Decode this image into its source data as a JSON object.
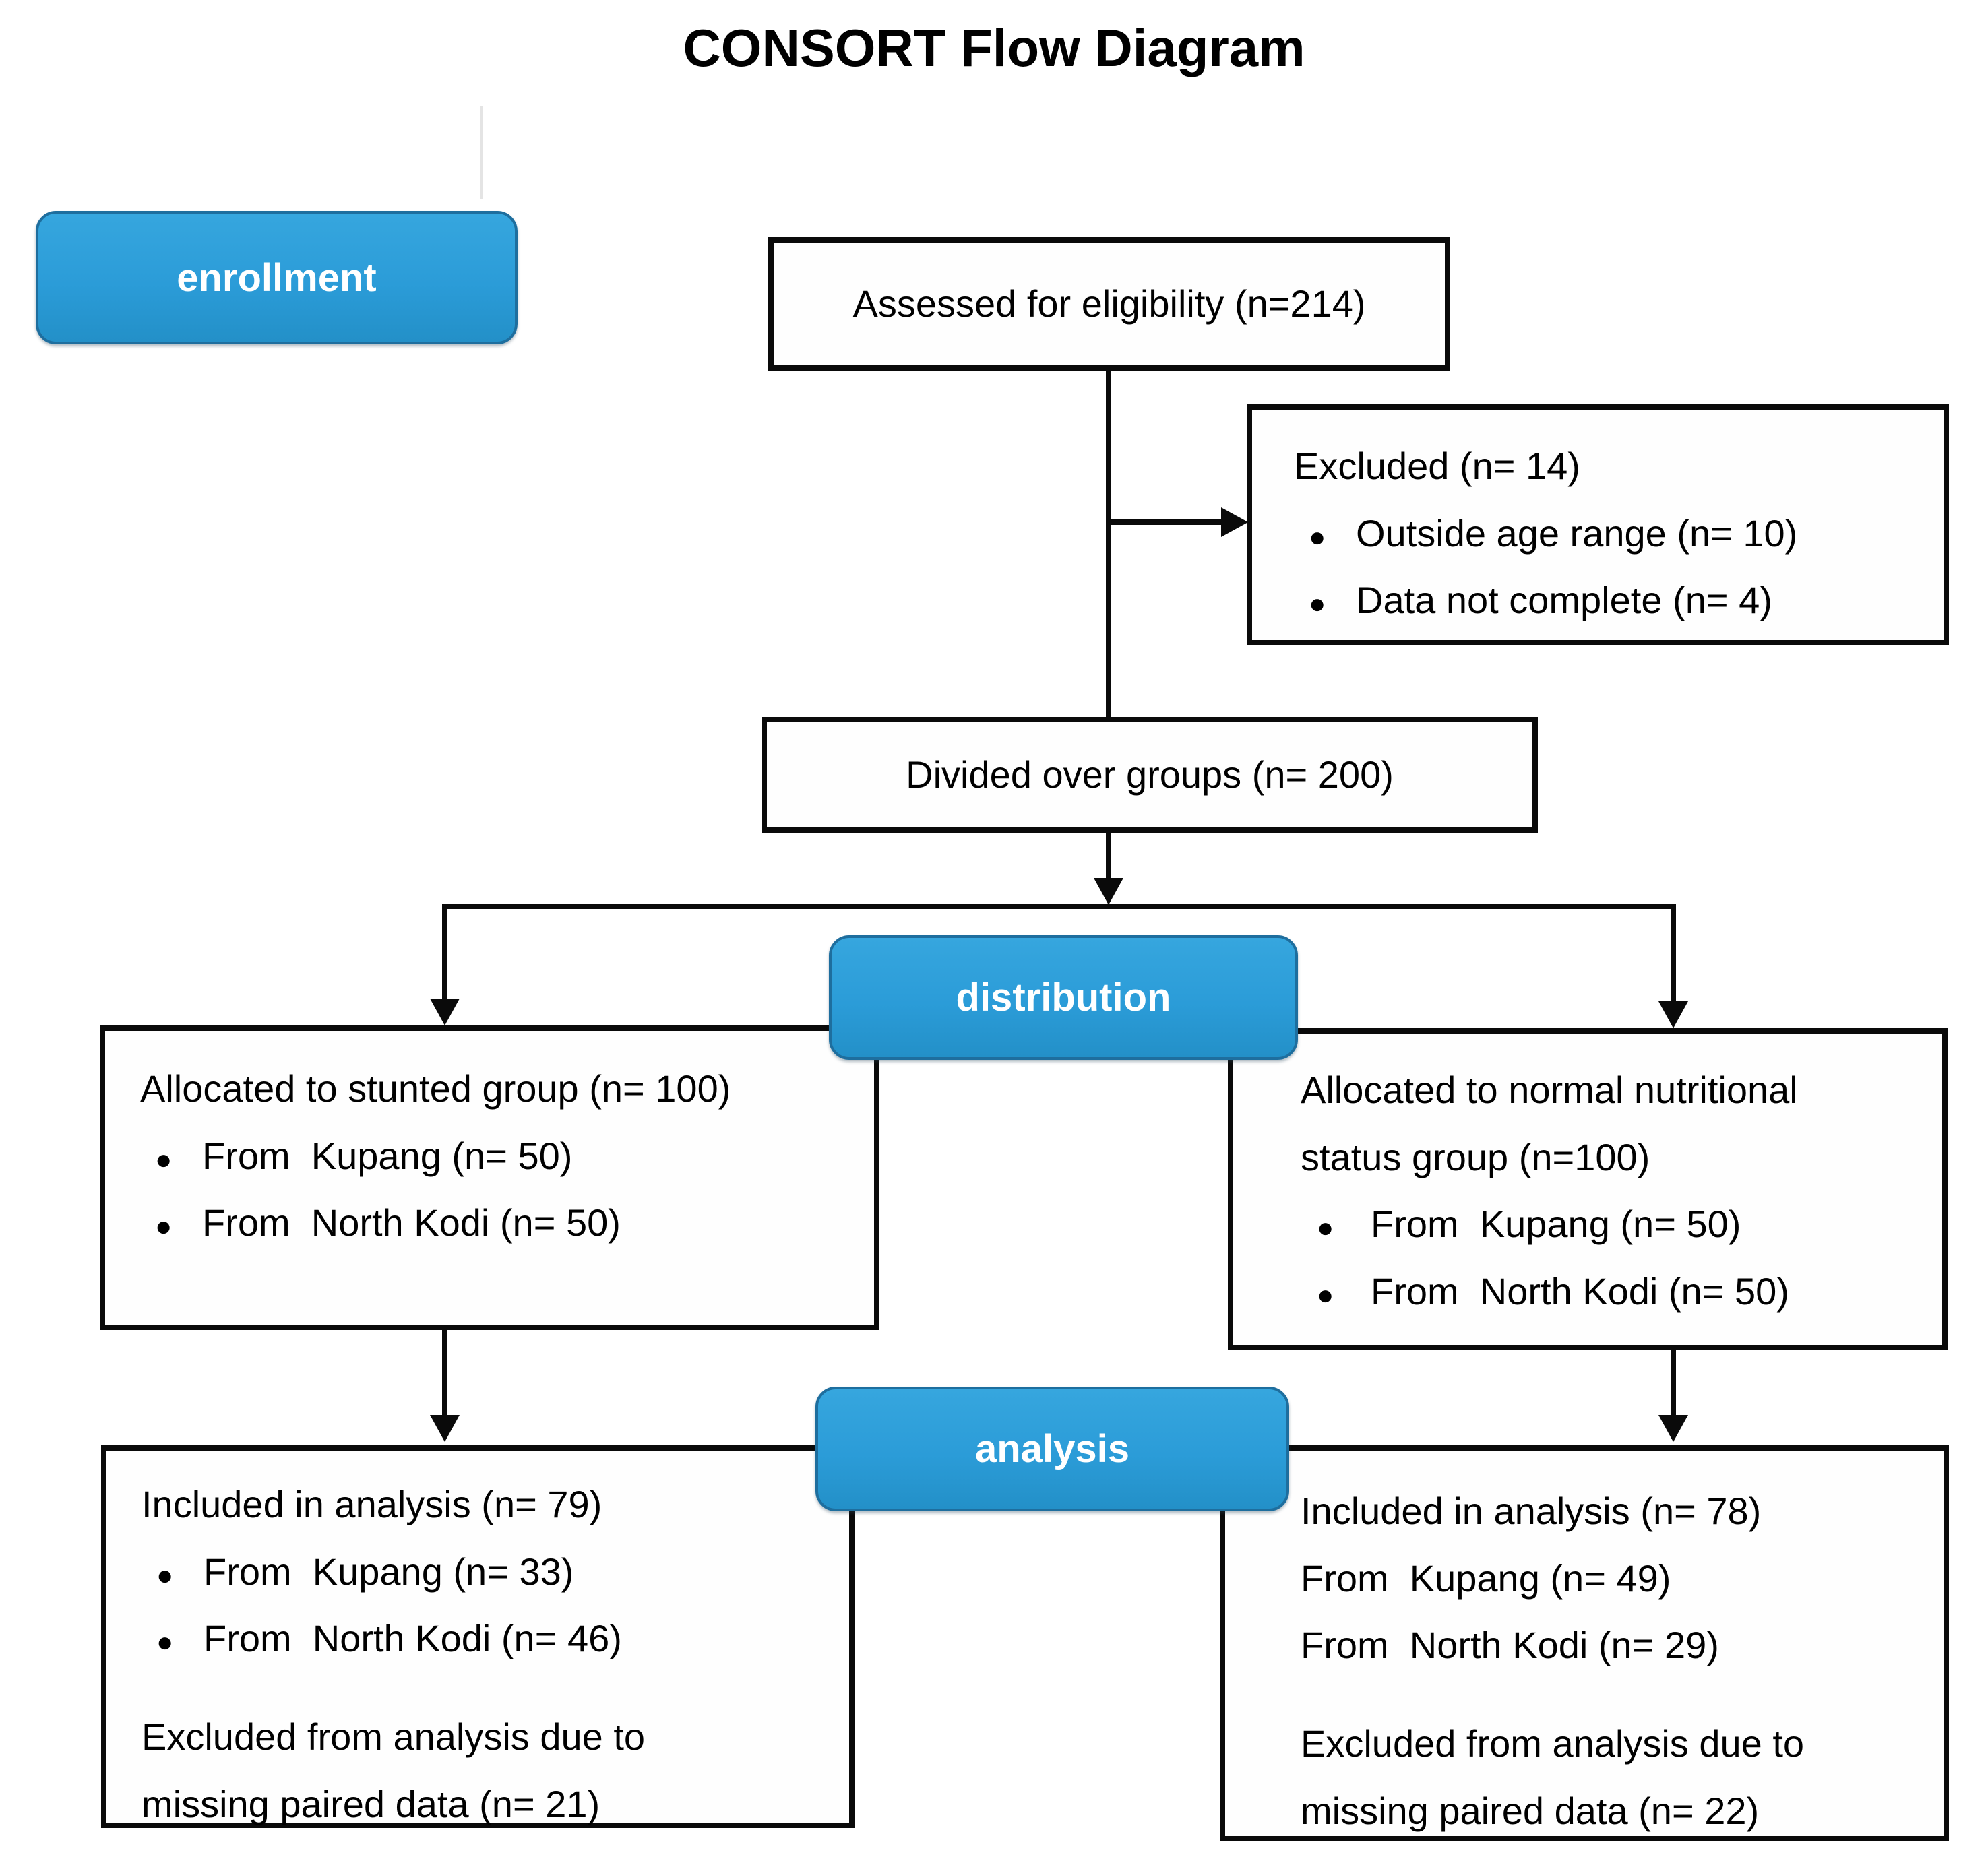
{
  "title": "CONSORT Flow Diagram",
  "stages": {
    "enrollment": "enrollment",
    "distribution": "distribution",
    "analysis": "analysis"
  },
  "boxes": {
    "assessed": {
      "text": "Assessed for eligibility (n=214)"
    },
    "excluded": {
      "heading": "Excluded (n= 14)",
      "bullets": [
        "Outside age range (n= 10)",
        "Data not complete (n= 4)"
      ]
    },
    "divided": {
      "text": "Divided over groups (n= 200)"
    },
    "allocated_stunted": {
      "heading": "Allocated to stunted group (n= 100)",
      "bullets": [
        "From  Kupang (n= 50)",
        "From  North Kodi (n= 50)"
      ]
    },
    "allocated_normal": {
      "heading": "Allocated to normal nutritional\nstatus group (n=100)",
      "bullets": [
        "From  Kupang (n= 50)",
        "From  North Kodi (n= 50)"
      ]
    },
    "analysis_stunted": {
      "heading": "Included in analysis (n= 79)",
      "bullets": [
        "From  Kupang (n= 33)",
        "From  North Kodi (n= 46)"
      ],
      "footer": "Excluded from analysis due to\nmissing paired data (n= 21)"
    },
    "analysis_normal": {
      "heading": "Included in analysis (n= 78)",
      "lines": [
        "From  Kupang (n= 49)",
        "From  North Kodi (n= 29)"
      ],
      "footer": "Excluded from analysis due to\nmissing paired data (n= 22)"
    }
  },
  "colors": {
    "badge_fill": "#2B9CD8",
    "badge_border": "#1E6E9E",
    "badge_text": "#FFFFFF",
    "box_border": "#000000",
    "text": "#000000",
    "background": "#FFFFFF"
  }
}
